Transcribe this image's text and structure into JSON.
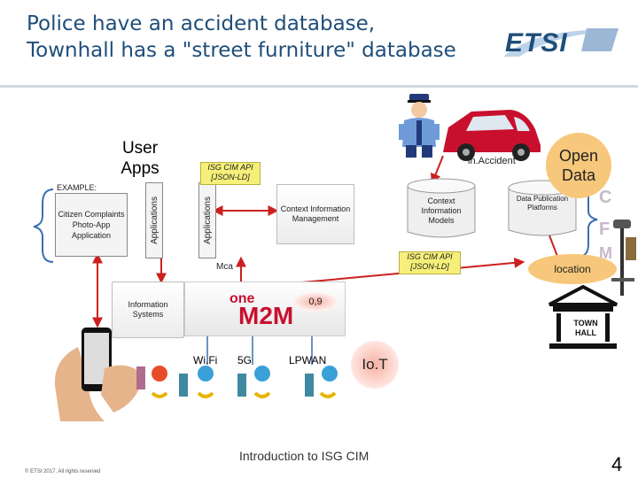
{
  "slide": {
    "title_line1": "Police have an accident database,",
    "title_line2": "Townhall has a \"street furniture\" database",
    "logo_text": "ETSI",
    "user_apps": "User Apps",
    "example_label": "EXAMPLE:",
    "citizen_app": "Citizen Complaints Photo-App Application",
    "applications_1": "Applications",
    "applications_2": "Applications",
    "isg_api_top": "ISG CIM API [JSON-LD]",
    "context_mgmt": "Context Information Management",
    "context_models": "Context Information Models",
    "isg_api_mid": "ISG CIM API [JSON-LD]",
    "in_accident": "in.Accident",
    "open_data": "Open Data",
    "data_publication": "Data Publication Platforms",
    "location": "location",
    "mca": "Mca",
    "info_systems": "Information Systems",
    "onem2m_one": "one",
    "onem2m_m2m": "M2M",
    "coord": "0,9",
    "townhall": "TOWN HALL",
    "wifi": "Wi.Fi",
    "five_g": "5G",
    "lpwan": "LPWAN",
    "iot": "Io.T",
    "footer": "Introduction to ISG CIM",
    "copyright": "© ETSI 2017. All rights reserved",
    "page_number": "4",
    "side_letters": [
      "C",
      "F",
      "M"
    ]
  },
  "colors": {
    "title": "#1f4e79",
    "accent_orange": "#f7c77b",
    "api_yellow": "#f6f07a",
    "car_red": "#c8102e",
    "arrow_red": "#cc2020",
    "onem2m_red": "#c8102e"
  },
  "icons": [
    "police-officer-icon",
    "red-car-icon",
    "smartphone-hand-icon",
    "sensor-icon",
    "town-hall-icon",
    "street-furniture-icon"
  ]
}
